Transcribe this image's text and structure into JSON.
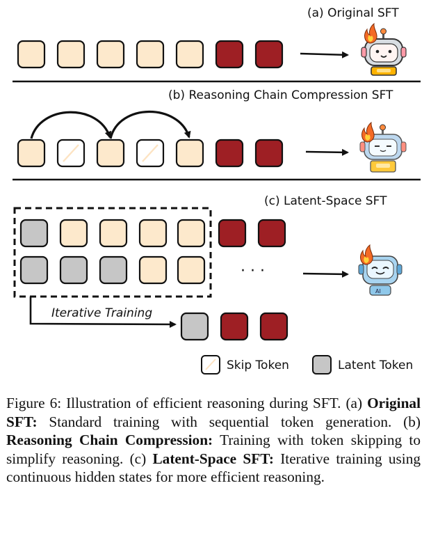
{
  "panels": {
    "a": {
      "label": "(a) Original SFT"
    },
    "b": {
      "label": "(b) Reasoning Chain Compression SFT"
    },
    "c": {
      "label": "(c) Latent-Space SFT",
      "iterative_label": "Iterative Training",
      "ellipsis": "· · ·"
    }
  },
  "legend": {
    "skip": "Skip Token",
    "latent": "Latent Token"
  },
  "caption": {
    "prefix": "Figure 6: Illustration of efficient reasoning during SFT. (a) ",
    "a_title": "Original SFT:",
    "a_text": " Standard training with sequential token generation. (b) ",
    "b_title": "Reasoning Chain Compression:",
    "b_text": " Training with token skipping to simplify reasoning. (c) ",
    "c_title": "Latent-Space SFT:",
    "c_text": " Iterative training using continuous hidden states for more efficient reasoning."
  },
  "colors": {
    "token": "#fde9cc",
    "answer": "#9e1f24",
    "latent": "#c6c6c6",
    "skip": "#ffffff",
    "stroke": "#111111"
  },
  "icons": [
    "fire-icon",
    "robot-icon"
  ]
}
